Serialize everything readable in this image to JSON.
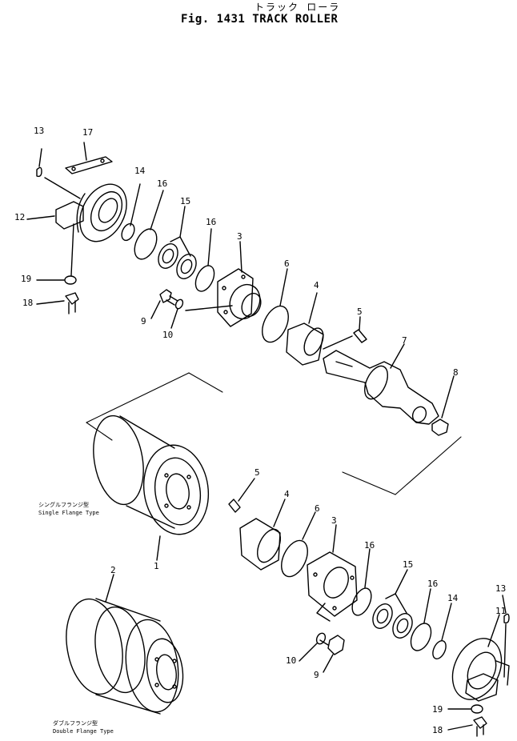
{
  "header": {
    "title_jp": "トラック ローラ",
    "title_en": "Fig. 1431   TRACK ROLLER"
  },
  "captions": {
    "single_jp": "シングルフランジ型",
    "single_en": "Single Flange Type",
    "double_jp": "ダブルフランジ型",
    "double_en": "Double Flange Type"
  },
  "callouts": {
    "c13a": "13",
    "c17": "17",
    "c14a": "14",
    "c16a": "16",
    "c15a": "15",
    "c16b": "16",
    "c12": "12",
    "c3a": "3",
    "c6a": "6",
    "c19a": "19",
    "c18a": "18",
    "c9a": "9",
    "c10a": "10",
    "c4a": "4",
    "c5a": "5",
    "c7": "7",
    "c8": "8",
    "c5b": "5",
    "c4b": "4",
    "c6b": "6",
    "c3b": "3",
    "c1": "1",
    "c16c": "16",
    "c15b": "15",
    "c16d": "16",
    "c14b": "14",
    "c13b": "13",
    "c2": "2",
    "c11": "11",
    "c10b": "10",
    "c9b": "9",
    "c19b": "19",
    "c18b": "18"
  }
}
